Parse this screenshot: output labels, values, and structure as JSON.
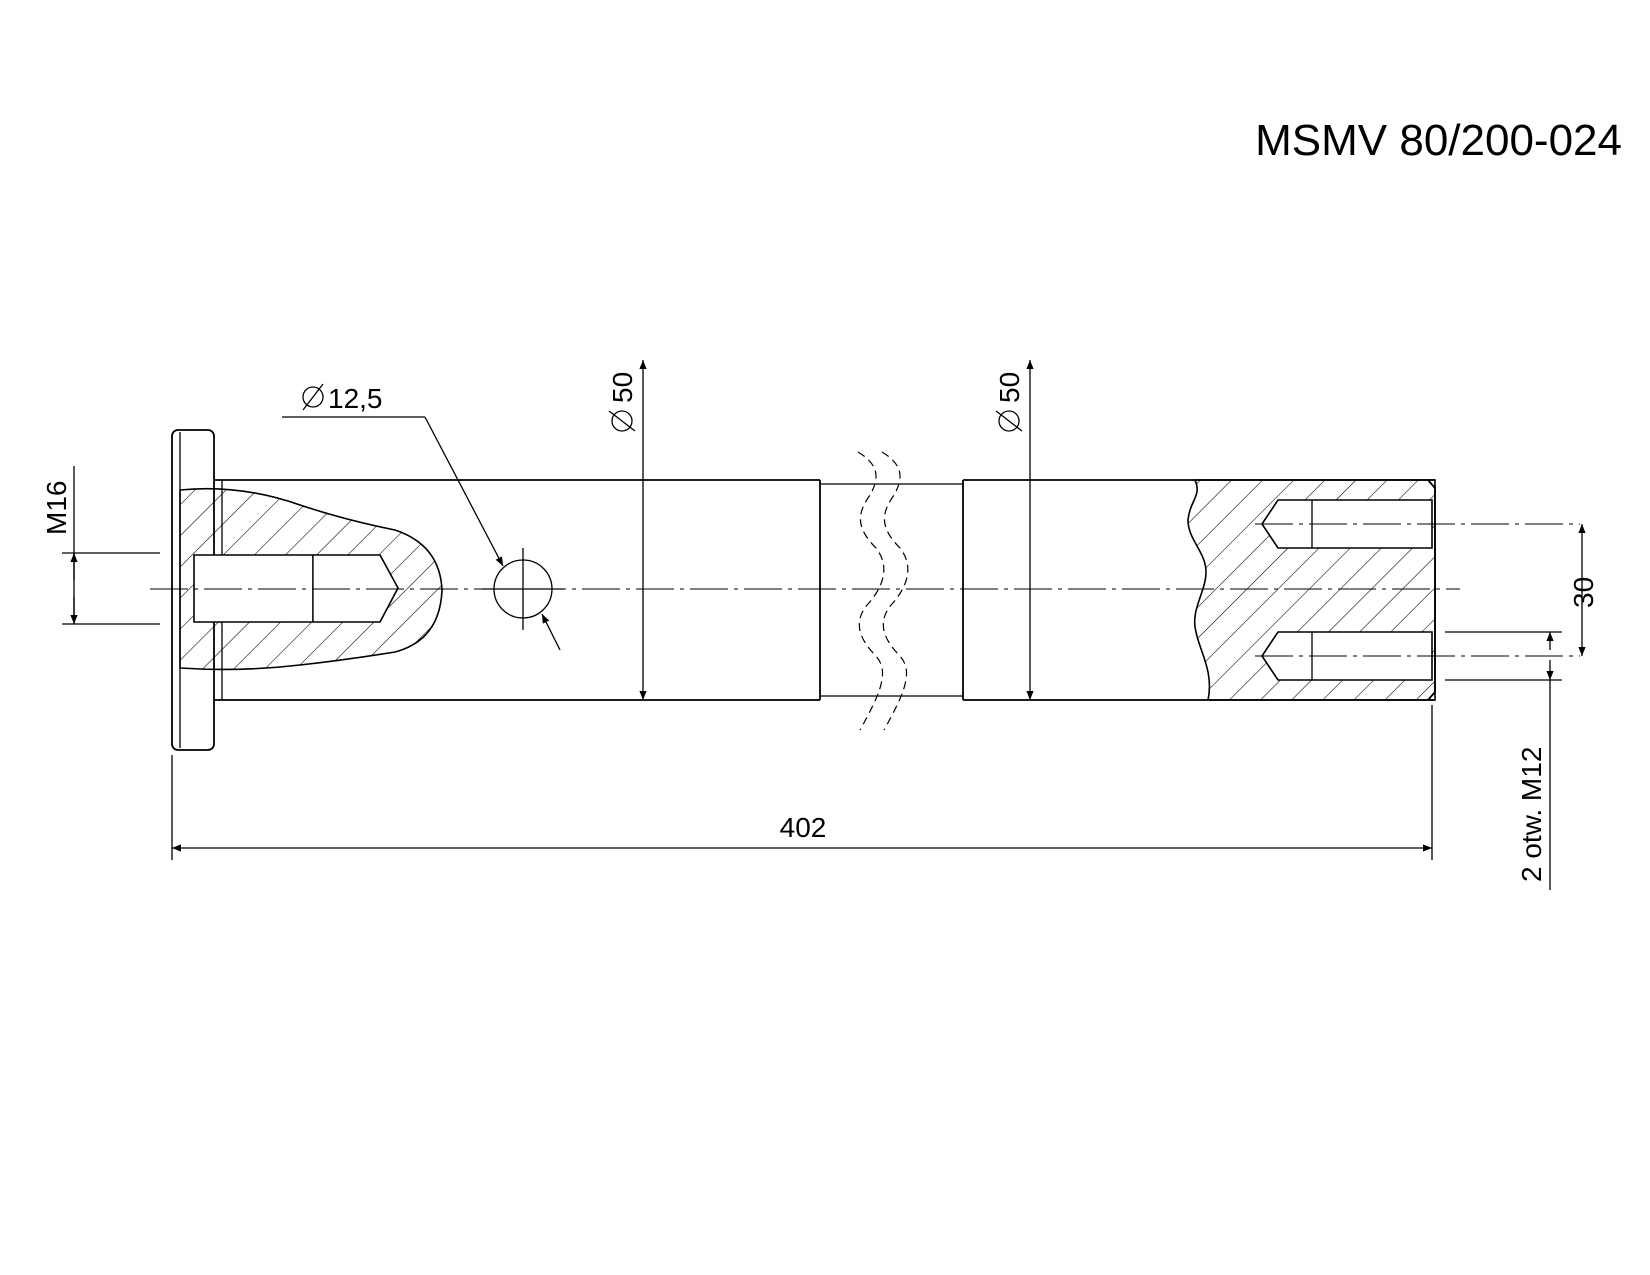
{
  "drawing": {
    "title": "MSMV 80/200-024",
    "dimensions": {
      "hole_diameter": "12,5",
      "shaft_diameter_left": "50",
      "shaft_diameter_right": "50",
      "thread_left": "M16",
      "overall_length": "402",
      "hole_spacing": "30",
      "holes_note": "2 otw. M12"
    },
    "symbols": {
      "diameter": "diameter-icon"
    }
  }
}
